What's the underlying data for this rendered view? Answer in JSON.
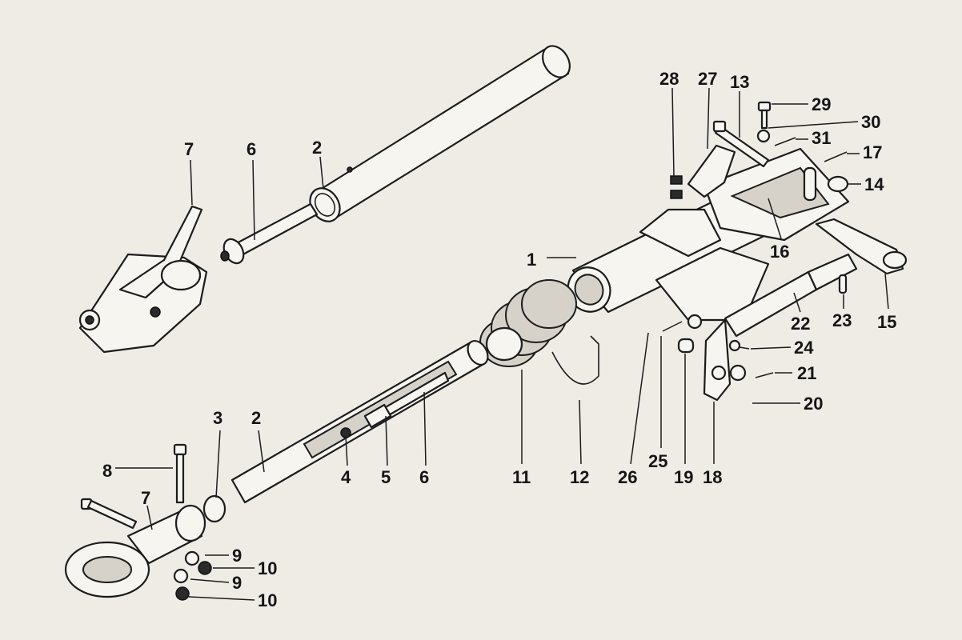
{
  "labels": {
    "l1": "1",
    "l2a": "2",
    "l2b": "2",
    "l3": "3",
    "l4": "4",
    "l5": "5",
    "l6a": "6",
    "l6b": "6",
    "l7a": "7",
    "l7b": "7",
    "l8": "8",
    "l9a": "9",
    "l9b": "9",
    "l10a": "10",
    "l10b": "10",
    "l11": "11",
    "l12": "12",
    "l13": "13",
    "l14": "14",
    "l15": "15",
    "l16": "16",
    "l17": "17",
    "l18": "18",
    "l19": "19",
    "l20": "20",
    "l21": "21",
    "l22": "22",
    "l23": "23",
    "l24": "24",
    "l25": "25",
    "l26": "26",
    "l27": "27",
    "l28": "28",
    "l29": "29",
    "l30": "30",
    "l31": "31"
  },
  "colors": {
    "paper": "#efece6",
    "ink": "#1c1c1c",
    "part_fill": "#f7f5f0",
    "shade": "#d6d2ca"
  }
}
